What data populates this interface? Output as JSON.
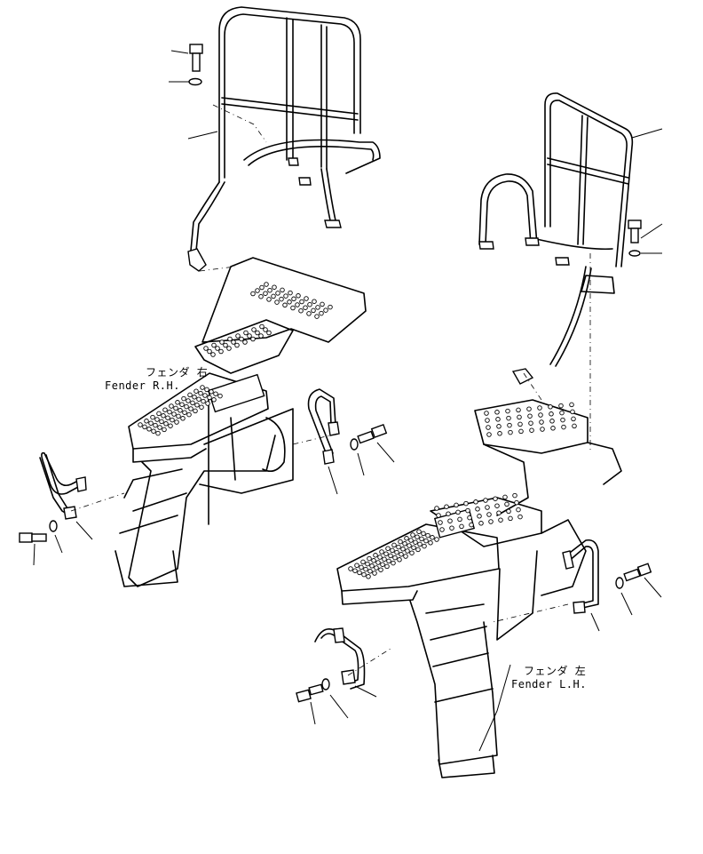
{
  "labels": {
    "fender_rh_jp": "フェンダ 右",
    "fender_rh_en": "Fender R.H.",
    "fender_lh_jp": "フェンダ 左",
    "fender_lh_en": "Fender L.H."
  },
  "colors": {
    "line": "#000000",
    "background": "#ffffff"
  }
}
